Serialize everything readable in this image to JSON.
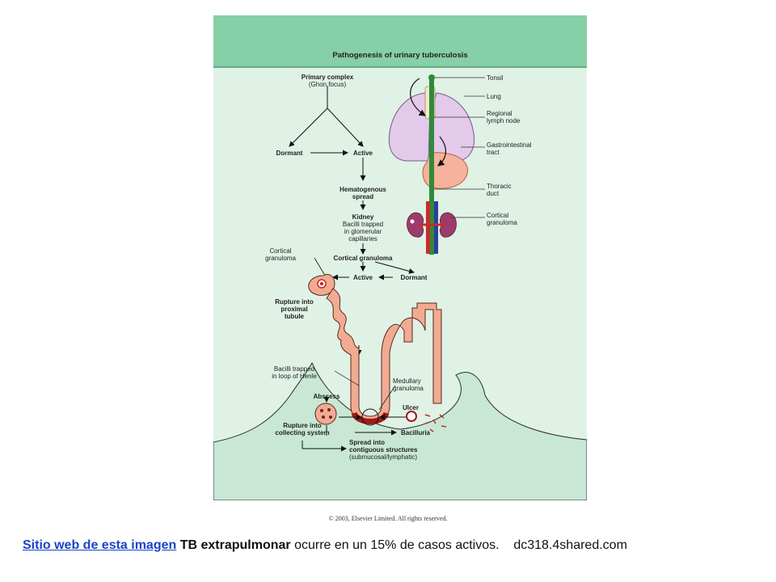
{
  "figure": {
    "title": "Pathogenesis of urinary tuberculosis",
    "colors": {
      "header": "#86cfa7",
      "background": "#dff2e5",
      "tissue": "#c8e8d5",
      "tubule": "#f2ab93",
      "lung": "#e3c9ea",
      "kidney": "#9c3c6b"
    },
    "flow": {
      "primary_complex": "Primary complex",
      "ghon_focus": "(Ghon focus)",
      "dormant": "Dormant",
      "active": "Active",
      "hematogenous_1": "Hematogenous",
      "hematogenous_2": "spread",
      "kidney": "Kidney",
      "bacilli_1": "Bacilli trapped",
      "bacilli_2": "in glomerular",
      "bacilli_3": "capillaries",
      "cortical_granuloma": "Cortical granuloma",
      "active_2": "Active",
      "dormant_2": "Dormant",
      "cortical_left_1": "Cortical",
      "cortical_left_2": "granuloma",
      "rupture_1": "Rupture into",
      "rupture_2": "proximal",
      "rupture_3": "tubule",
      "henle_1": "Bacilli trapped",
      "henle_2": "in loop of Henle",
      "medullary_1": "Medullary",
      "medullary_2": "granuloma",
      "abscess": "Abscess",
      "ulcer": "Ulcer",
      "rupture_collect_1": "Rupture into",
      "rupture_collect_2": "collecting system",
      "bacilluria": "Bacilluria",
      "spread_1": "Spread into",
      "spread_2": "contiguous structures",
      "spread_3": "(submucosal/lymphatic)"
    },
    "anatomy": {
      "tonsil": "Tonsil",
      "lung": "Lung",
      "regional_1": "Regional",
      "regional_2": "lymph node",
      "gi_1": "Gastrointestinal",
      "gi_2": "tract",
      "thoracic_1": "Thoracic",
      "thoracic_2": "duct",
      "cortical_1": "Cortical",
      "cortical_2": "granuloma"
    }
  },
  "copyright": "© 2003, Elsevier Limited. All rights reserved.",
  "caption": {
    "link_text": "Sitio web de esta imagen",
    "bold_text": "TB extrapulmonar",
    "text": " ocurre en un 15% de casos activos.",
    "source": "dc318.4shared.com"
  }
}
